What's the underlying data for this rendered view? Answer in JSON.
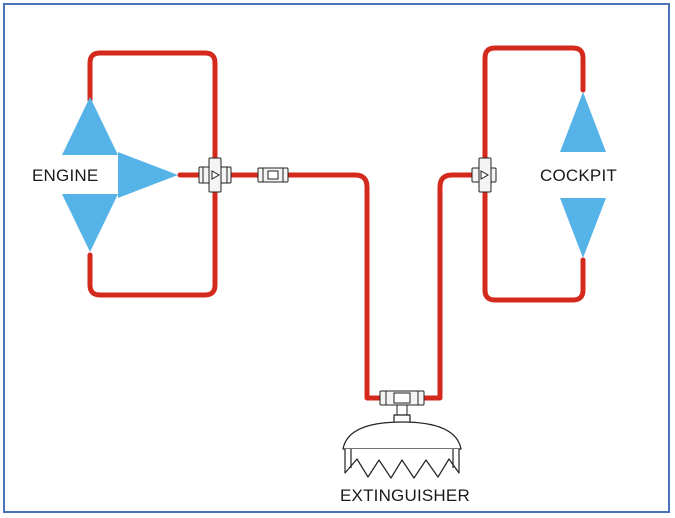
{
  "labels": {
    "engine": "ENGINE",
    "cockpit": "COCKPIT",
    "extinguisher": "EXTINGUISHER"
  },
  "colors": {
    "pipe": "#d42a1e",
    "nozzle": "#56b3e8",
    "border": "#4a74b9",
    "fitting": "#222222"
  }
}
